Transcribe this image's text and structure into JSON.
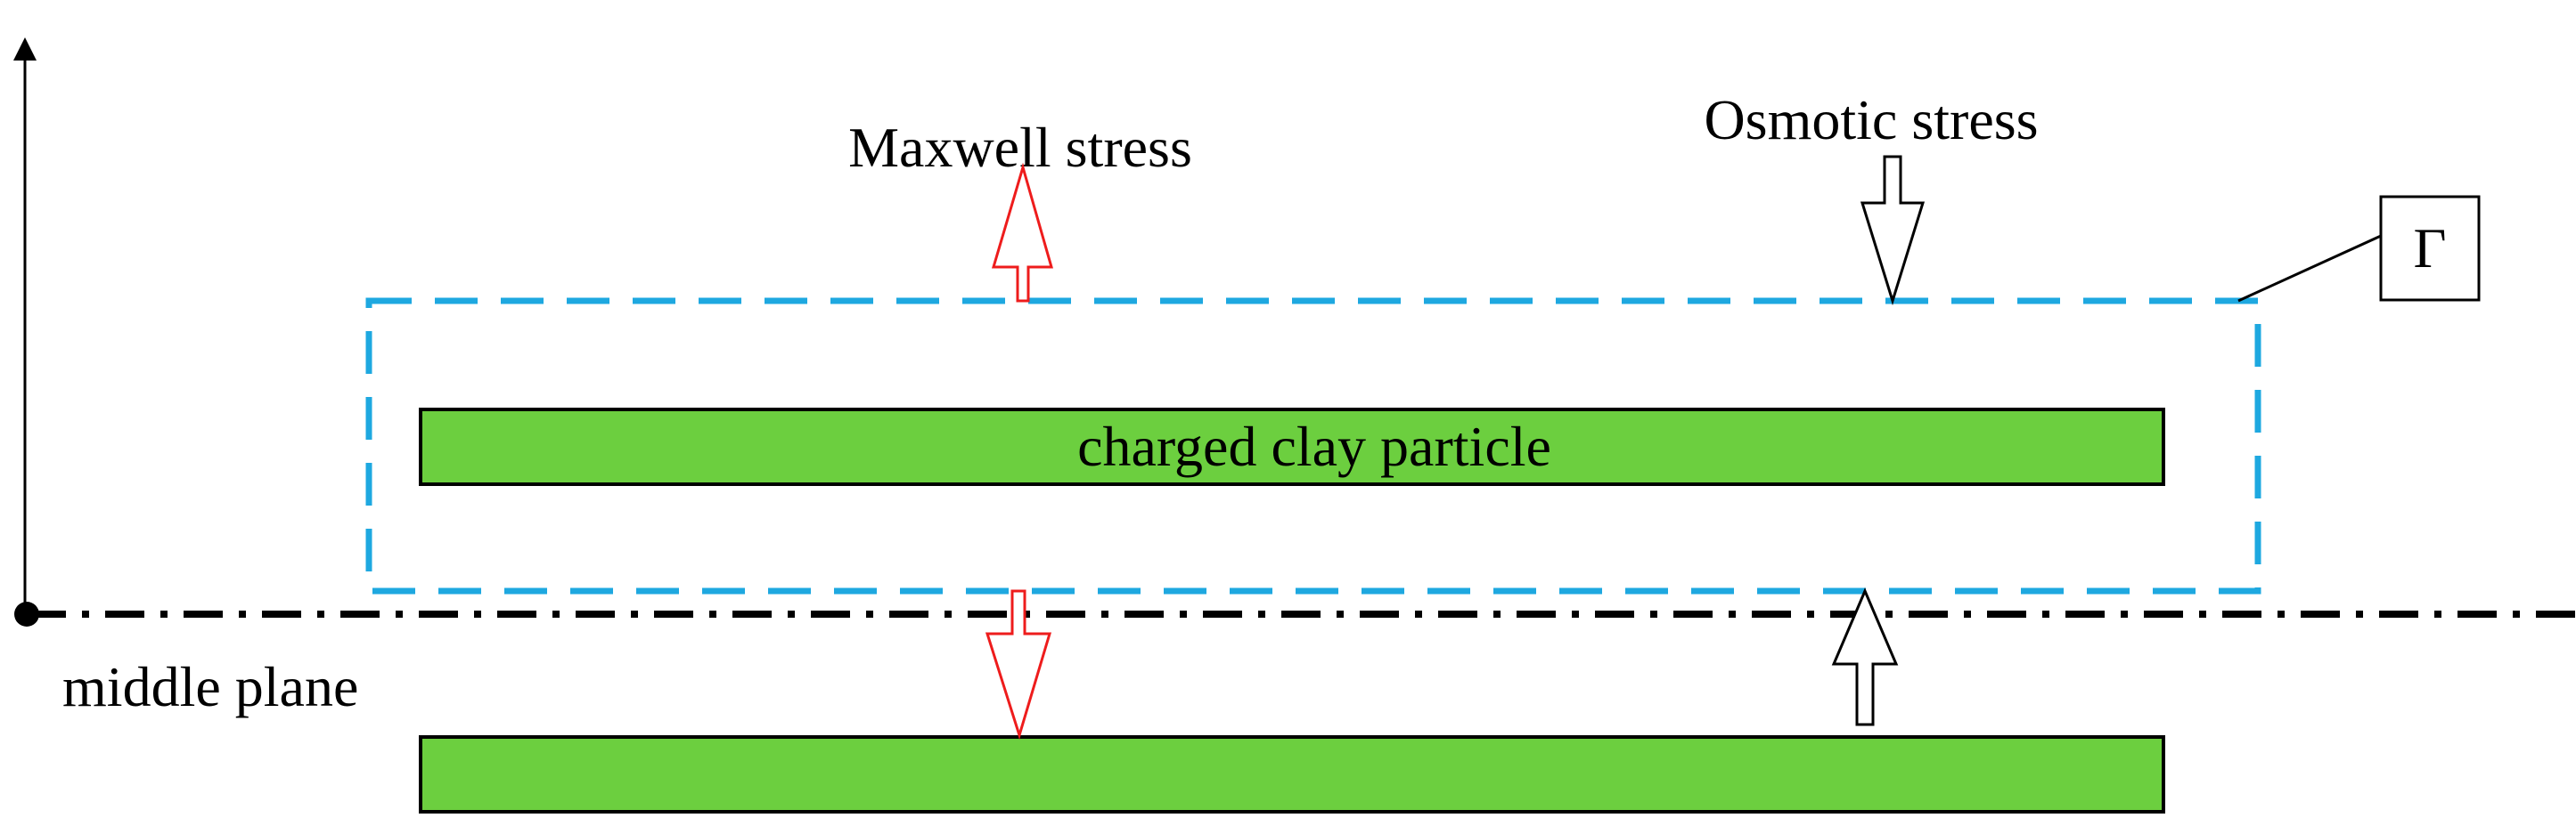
{
  "labels": {
    "maxwell_stress": "Maxwell stress",
    "osmotic_stress": "Osmotic stress",
    "boundary_symbol": "Γ",
    "particle_label": "charged clay particle",
    "middle_plane": "middle plane"
  },
  "colors": {
    "particle_fill": "#6ccf3f",
    "boundary_dash": "#1ea8e0",
    "maxwell_arrow": "#ee1c1c",
    "osmotic_arrow": "#000000",
    "axis_line": "#000000"
  }
}
